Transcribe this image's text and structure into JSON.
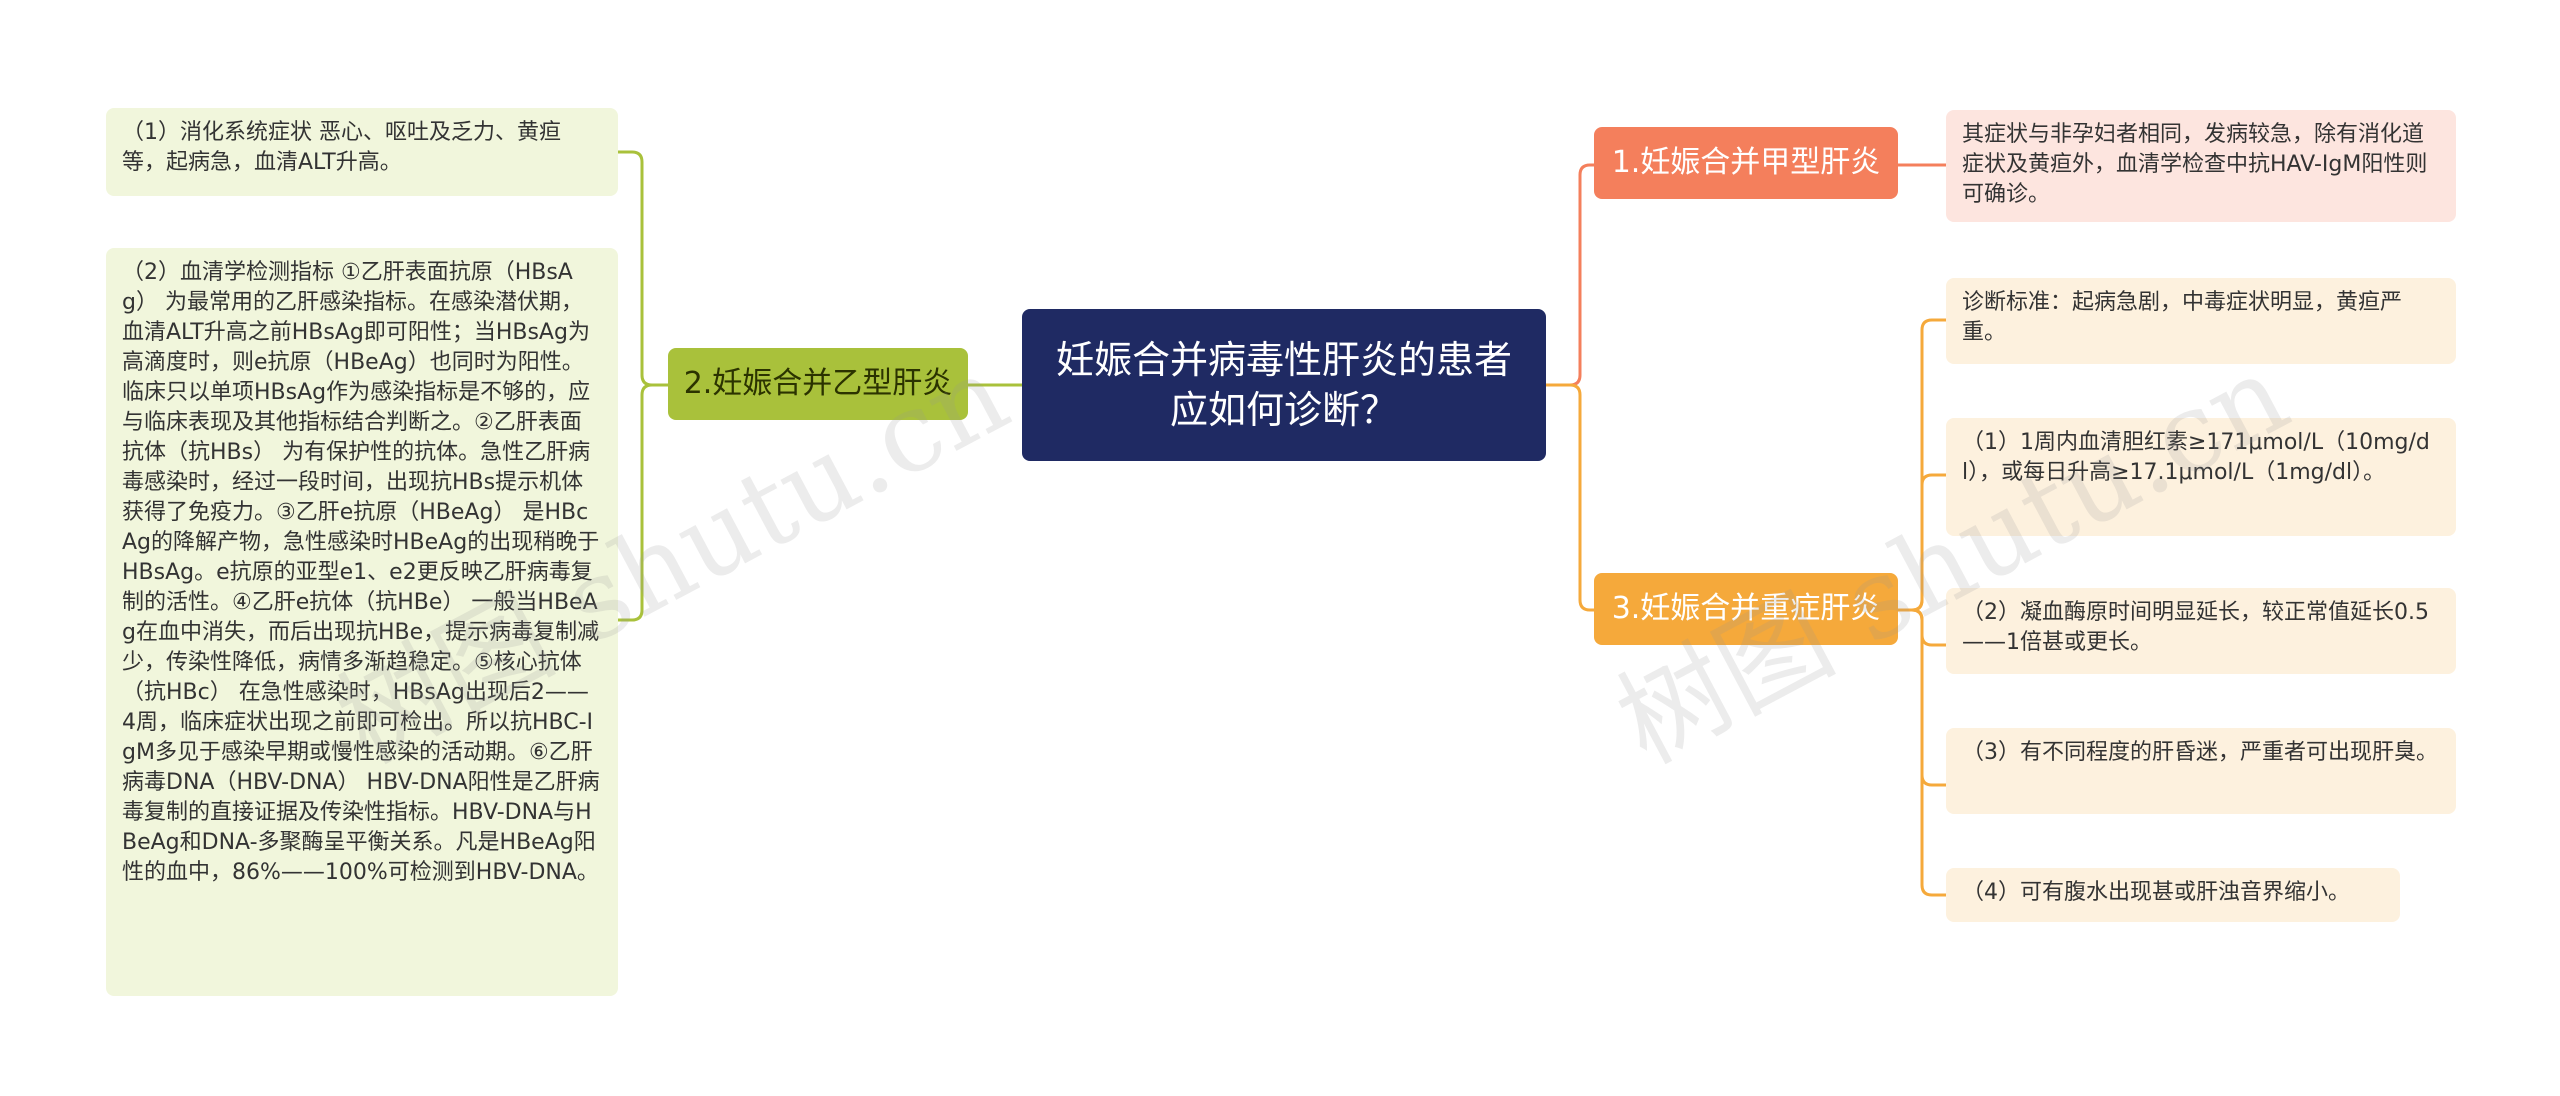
{
  "root": {
    "title": "妊娠合并病毒性肝炎的患者应如何诊断？"
  },
  "branches": {
    "hep_a": {
      "label": "1.妊娠合并甲型肝炎",
      "leaves": [
        "其症状与非孕妇者相同，发病较急，除有消化道症状及黄疸外，血清学检查中抗HAV-IgM阳性则可确诊。"
      ]
    },
    "hep_b": {
      "label": "2.妊娠合并乙型肝炎",
      "leaves": [
        "（1）消化系统症状  恶心、呕吐及乏力、黄疸等，起病急，血清ALT升高。",
        "（2）血清学检测指标  ①乙肝表面抗原（HBsAg）  为最常用的乙肝感染指标。在感染潜伏期，血清ALT升高之前HBsAg即可阳性；当HBsAg为高滴度时，则e抗原（HBeAg）也同时为阳性。临床只以单项HBsAg作为感染指标是不够的，应与临床表现及其他指标结合判断之。②乙肝表面抗体（抗HBs）  为有保护性的抗体。急性乙肝病毒感染时，经过一段时间，出现抗HBs提示机体获得了免疫力。③乙肝e抗原（HBeAg）  是HBcAg的降解产物，急性感染时HBeAg的出现稍晚于HBsAg。e抗原的亚型e1、e2更反映乙肝病毒复制的活性。④乙肝e抗体（抗HBe）  一般当HBeAg在血中消失，而后出现抗HBe，提示病毒复制减少，传染性降低，病情多渐趋稳定。⑤核心抗体（抗HBc）  在急性感染时，HBsAg出现后2——4周，临床症状出现之前即可检出。所以抗HBC-IgM多见于感染早期或慢性感染的活动期。⑥乙肝病毒DNA（HBV-DNA）  HBV-DNA阳性是乙肝病毒复制的直接证据及传染性指标。HBV-DNA与HBeAg和DNA-多聚酶呈平衡关系。凡是HBeAg阳性的血中，86%——100%可检测到HBV-DNA。"
      ]
    },
    "severe": {
      "label": "3.妊娠合并重症肝炎",
      "leaves": [
        "诊断标准：起病急剧，中毒症状明显，黄疸严重。",
        "（1）1周内血清胆红素≥171μmol/L（10mg/dl），或每日升高≥17.1μmol/L（1mg/dl）。",
        "（2）凝血酶原时间明显延长，较正常值延长0.5——1倍甚或更长。",
        "（3）有不同程度的肝昏迷，严重者可出现肝臭。",
        "（4）可有腹水出现甚或肝浊音界缩小。"
      ]
    }
  },
  "watermark": [
    "树图 shutu.cn",
    "树图 shutu.cn"
  ],
  "colors": {
    "root": "#1f2a63",
    "hep_a": "#f47f5c",
    "hep_b": "#a9c13b",
    "severe": "#f5a93b"
  }
}
